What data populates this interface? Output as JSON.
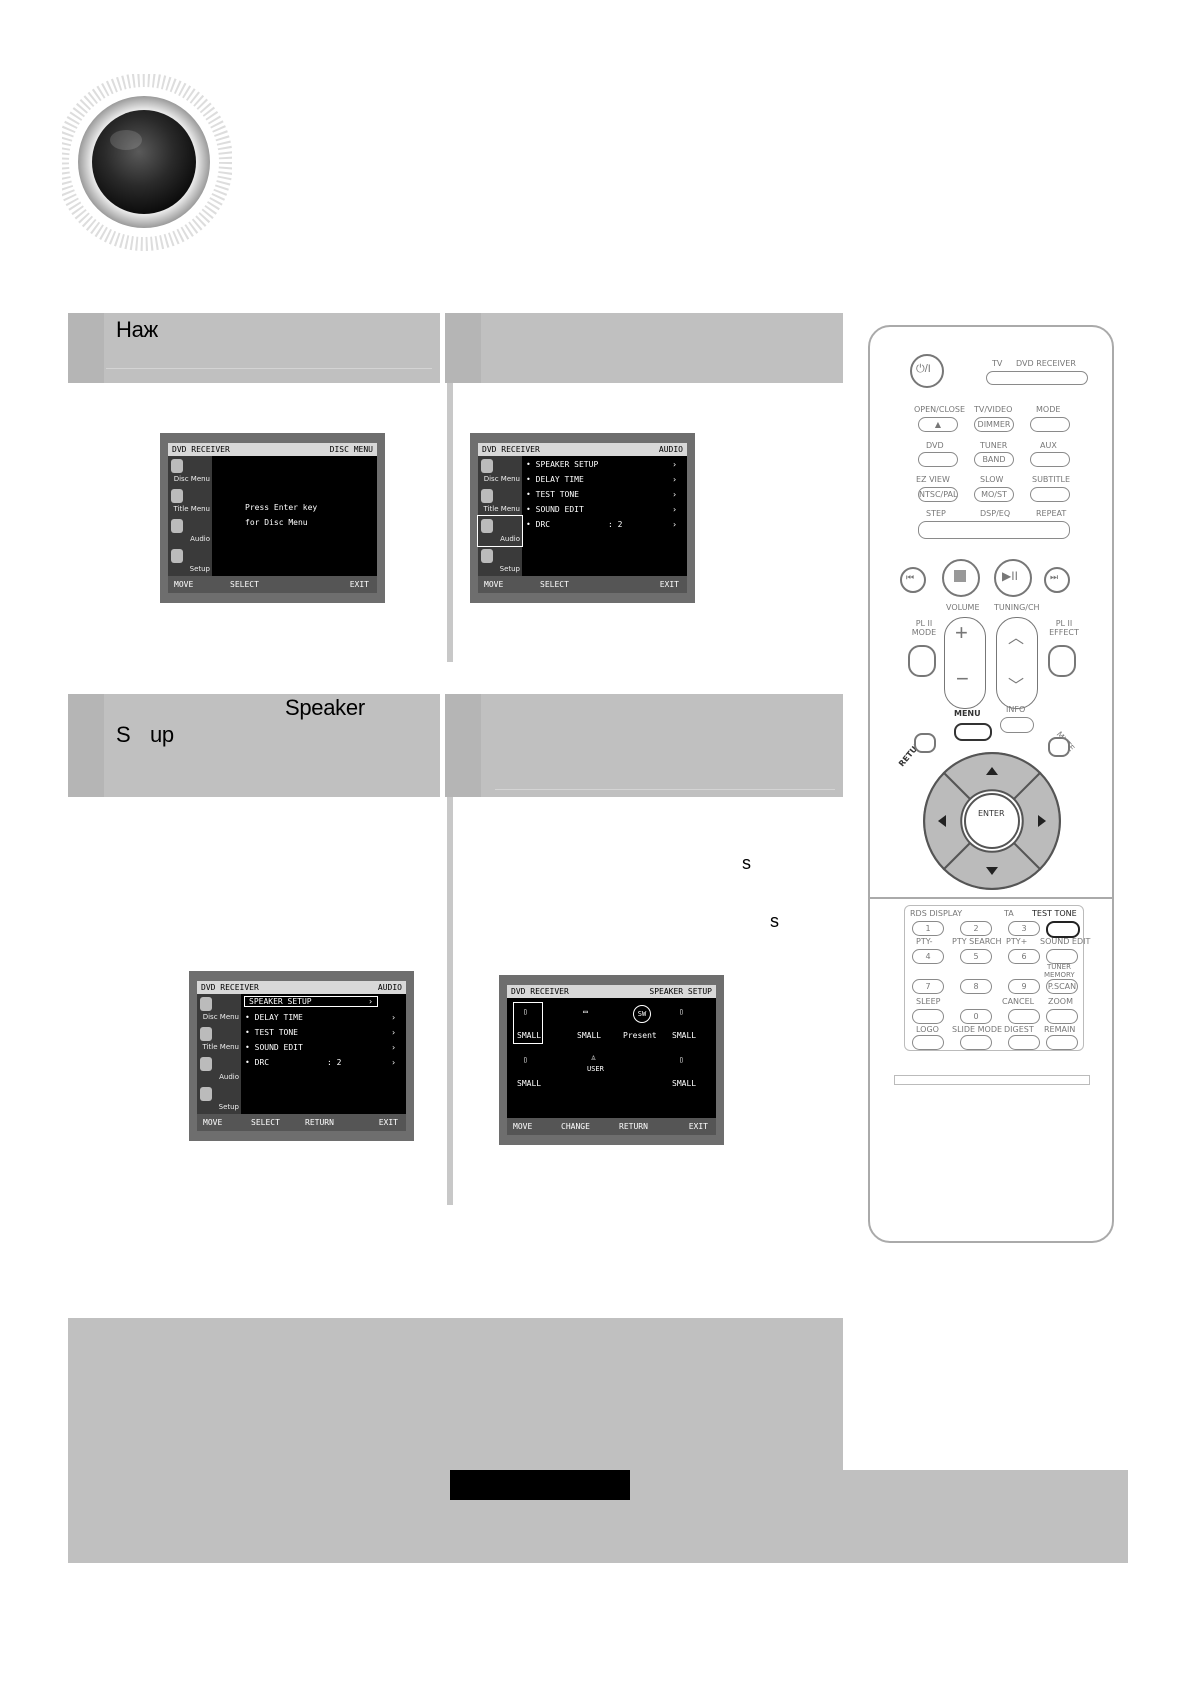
{
  "step1": {
    "text": "Наж"
  },
  "step3": {
    "line1": "Speaker",
    "line2a": "S",
    "line2b": "up"
  },
  "step4": {
    "frag1": "s",
    "frag2": "s"
  },
  "osd1": {
    "bar_left": "DVD RECEIVER",
    "bar_right": "DISC MENU",
    "side": [
      "Disc Menu",
      "Title Menu",
      "Audio",
      "Setup"
    ],
    "body": [
      "Press Enter key",
      "for Disc Menu"
    ],
    "footer": [
      "MOVE",
      "SELECT",
      "EXIT"
    ]
  },
  "osd2": {
    "bar_left": "DVD RECEIVER",
    "bar_right": "AUDIO",
    "side": [
      "Disc Menu",
      "Title Menu",
      "Audio",
      "Setup"
    ],
    "items": [
      "SPEAKER SETUP",
      "DELAY TIME",
      "TEST TONE",
      "SOUND EDIT",
      "DRC"
    ],
    "drc_value": ": 2",
    "footer": [
      "MOVE",
      "SELECT",
      "EXIT"
    ]
  },
  "osd3": {
    "bar_left": "DVD RECEIVER",
    "bar_right": "AUDIO",
    "side": [
      "Disc Menu",
      "Title Menu",
      "Audio",
      "Setup"
    ],
    "items": [
      "SPEAKER SETUP",
      "DELAY TIME",
      "TEST TONE",
      "SOUND EDIT",
      "DRC"
    ],
    "drc_value": ": 2",
    "footer": [
      "MOVE",
      "SELECT",
      "RETURN",
      "EXIT"
    ]
  },
  "osd4": {
    "bar_left": "DVD RECEIVER",
    "bar_right": "SPEAKER SETUP",
    "row1": [
      "SMALL",
      "SMALL",
      "Present",
      "SMALL"
    ],
    "sw": "SW",
    "user": "USER",
    "row2": [
      "SMALL",
      "SMALL"
    ],
    "footer": [
      "MOVE",
      "CHANGE",
      "RETURN",
      "EXIT"
    ]
  },
  "remote": {
    "tv": "TV",
    "dvd_receiver": "DVD RECEIVER",
    "row1": [
      "OPEN/CLOSE",
      "TV/VIDEO",
      "MODE"
    ],
    "dimmer": "DIMMER",
    "row2": [
      "DVD",
      "TUNER",
      "AUX"
    ],
    "band": "BAND",
    "row3": [
      "EZ VIEW",
      "SLOW",
      "SUBTITLE"
    ],
    "ntscpal": "NTSC/PAL",
    "mo_st": "MO/ST",
    "row4": [
      "STEP",
      "DSP/EQ",
      "REPEAT"
    ],
    "volume": "VOLUME",
    "tuning": "TUNING/CH",
    "pl_mode": "PL II MODE",
    "pl_effect": "PL II EFFECT",
    "menu": "MENU",
    "info": "INFO",
    "return": "RETURN",
    "mute": "MUTE",
    "enter": "ENTER",
    "num_row1": [
      "RDS DISPLAY",
      "TA",
      "TEST TONE"
    ],
    "num_row2": [
      "PTY-",
      "PTY SEARCH",
      "PTY+",
      "SOUND EDIT"
    ],
    "tuner_memory": "TUNER MEMORY",
    "pscan": "P.SCAN",
    "num_row4": [
      "SLEEP",
      "CANCEL",
      "ZOOM"
    ],
    "num_row5": [
      "LOGO",
      "SLIDE MODE",
      "DIGEST",
      "REMAIN"
    ],
    "digits": [
      "1",
      "2",
      "3",
      "4",
      "5",
      "6",
      "7",
      "8",
      "9",
      "0"
    ]
  }
}
